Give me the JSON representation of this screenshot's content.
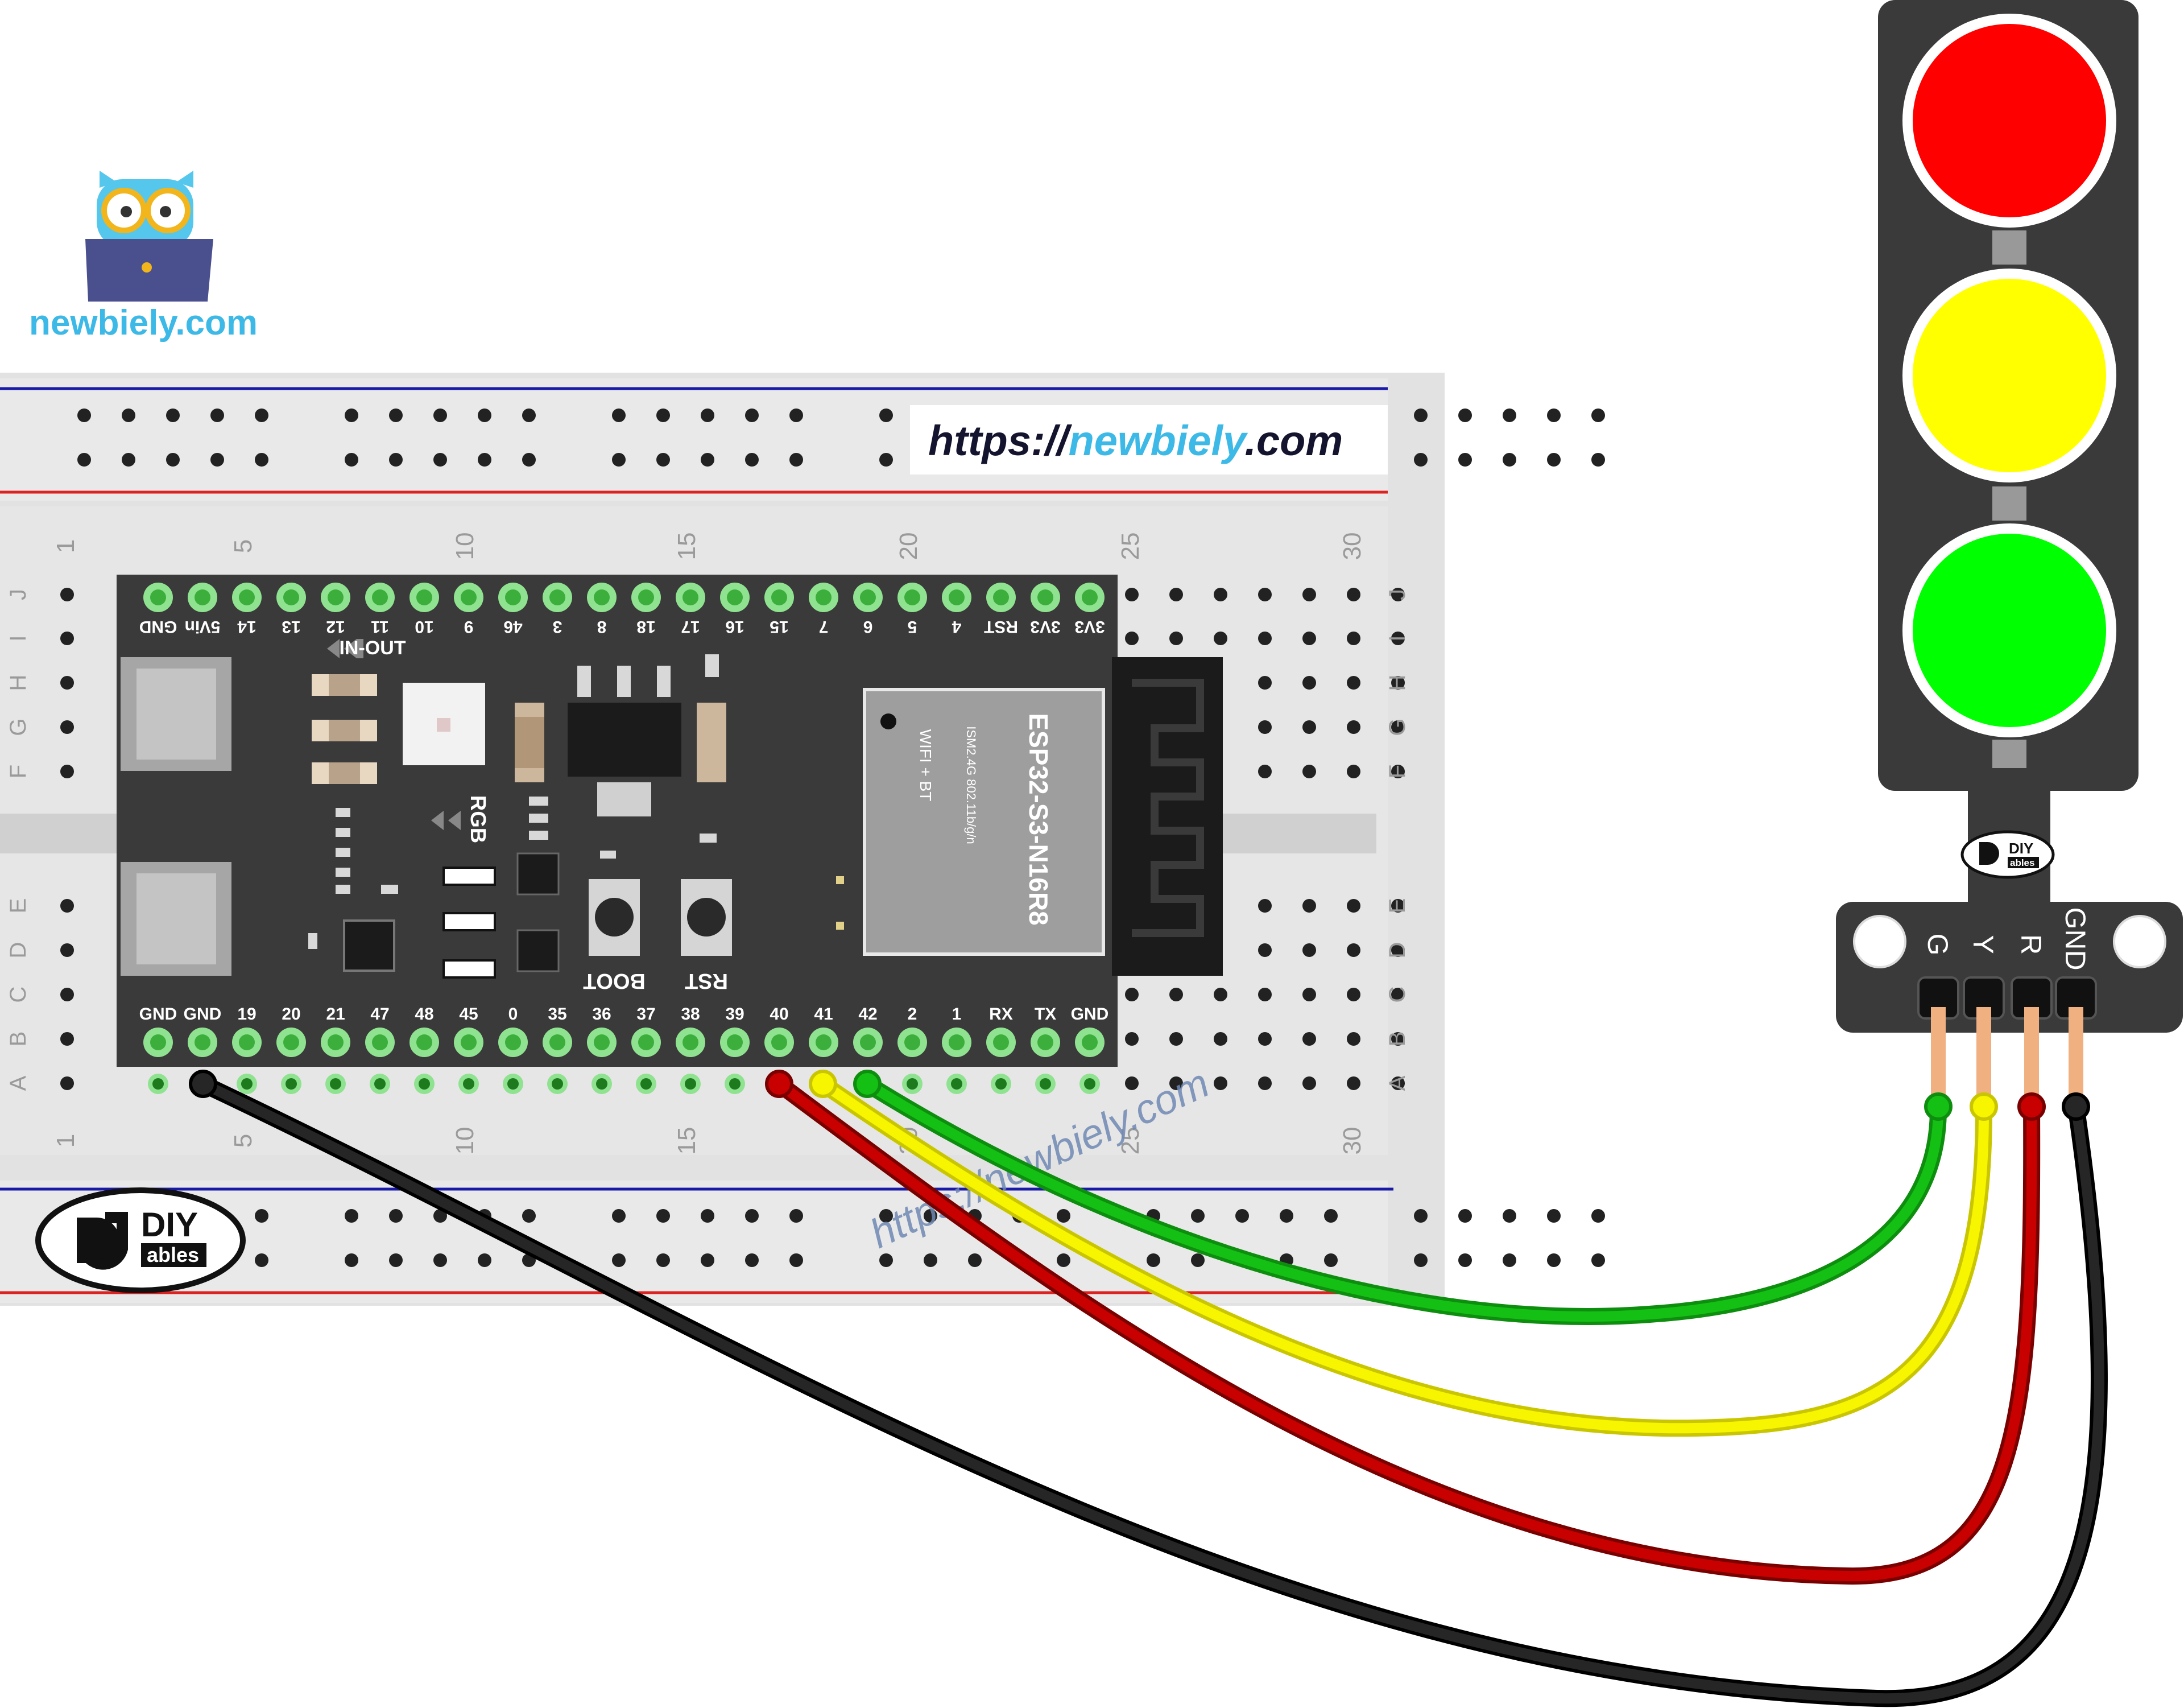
{
  "logo": {
    "site_text": "newbiely.com"
  },
  "banner": {
    "prefix": "https://",
    "middle": "newbiely",
    "suffix": ".com"
  },
  "watermark": {
    "text": "https://newbiely.com"
  },
  "breadboard": {
    "column_numbers": [
      "1",
      "5",
      "10",
      "15",
      "20",
      "25",
      "30"
    ],
    "row_letters_top": [
      "J",
      "I",
      "H",
      "G",
      "F"
    ],
    "row_letters_bottom": [
      "E",
      "D",
      "C",
      "B",
      "A"
    ]
  },
  "board": {
    "chip_name": "ESP32-S3-N16R8",
    "chip_sub": "ISM2.4G 802.11b/g/n",
    "chip_sub2": "WIFI + BT",
    "label_in_out": "IN-OUT",
    "label_rgb": "RGB",
    "label_boot": "BOOT",
    "label_rst": "RST",
    "top_pins": [
      "GND",
      "5Vin",
      "14",
      "13",
      "12",
      "11",
      "10",
      "9",
      "46",
      "3",
      "8",
      "18",
      "17",
      "16",
      "15",
      "7",
      "6",
      "5",
      "4",
      "RST",
      "3V3",
      "3V3"
    ],
    "bottom_pins": [
      "GND",
      "GND",
      "19",
      "20",
      "21",
      "47",
      "48",
      "45",
      "0",
      "35",
      "36",
      "37",
      "38",
      "39",
      "40",
      "41",
      "42",
      "2",
      "1",
      "RX",
      "TX",
      "GND"
    ]
  },
  "traffic_light": {
    "pins": [
      "G",
      "Y",
      "R",
      "GND"
    ]
  },
  "diy_badge": {
    "top": "DIY",
    "bottom": "ables"
  },
  "colors": {
    "red": "#ff0000",
    "yellow": "#ffff00",
    "green": "#00ff00",
    "board": "#3a3a3a",
    "wire_green": "#15b515",
    "wire_yellow": "#f2f000",
    "wire_red": "#c00000",
    "wire_black": "#111111"
  }
}
